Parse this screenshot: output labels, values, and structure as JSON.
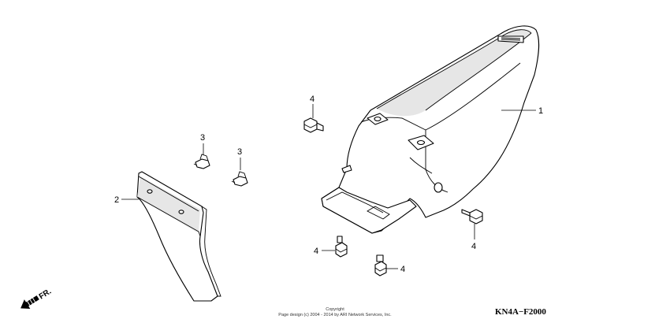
{
  "diagram": {
    "diagram_code": "KN4A−F2000",
    "direction_marker": "FR.",
    "copyright_line1": "Copyright",
    "copyright_line2": "Page design (c) 2004 - 2014 by ARI Network Services, Inc."
  },
  "callouts": [
    {
      "id": "rear-fender-callout",
      "label": "1"
    },
    {
      "id": "mudflap-callout",
      "label": "2"
    },
    {
      "id": "screw-a-callout",
      "label": "3"
    },
    {
      "id": "screw-b-callout",
      "label": "3"
    },
    {
      "id": "bolt-top-callout",
      "label": "4"
    },
    {
      "id": "bolt-right-callout",
      "label": "4"
    },
    {
      "id": "bolt-lower-left-callout",
      "label": "4"
    },
    {
      "id": "bolt-lower-right-callout",
      "label": "4"
    }
  ],
  "icons": {
    "direction": "arrow-icon",
    "fastener": "bolt-icon"
  }
}
